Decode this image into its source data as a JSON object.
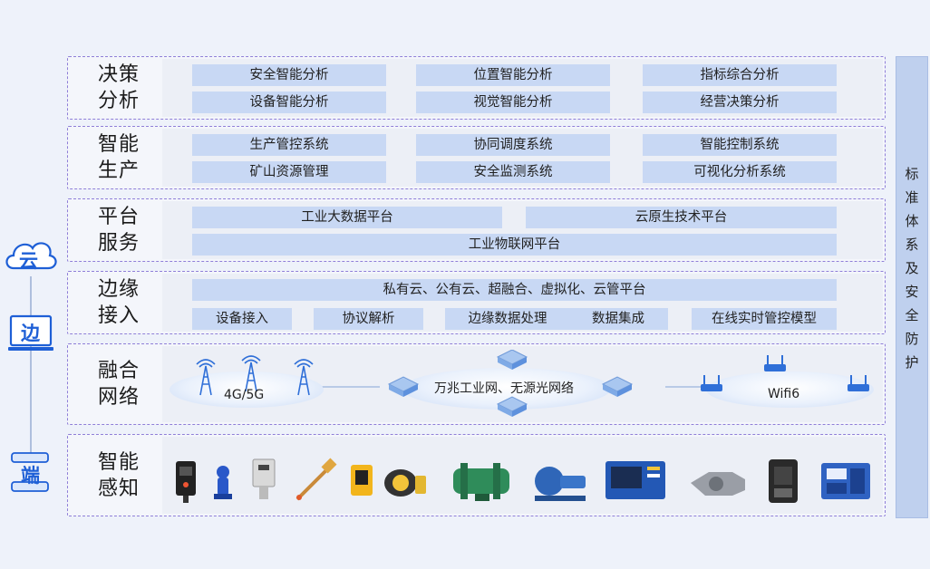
{
  "left_indicators": [
    {
      "label": "云",
      "icon": "cloud-icon"
    },
    {
      "label": "边",
      "icon": "monitor-icon"
    },
    {
      "label": "端",
      "icon": "server-icon"
    }
  ],
  "side_bar": {
    "chars": [
      "标",
      "准",
      "体",
      "系",
      "及",
      "安",
      "全",
      "防",
      "护"
    ]
  },
  "layers": {
    "decision": {
      "title": [
        "决策",
        "分析"
      ],
      "cells": [
        "安全智能分析",
        "位置智能分析",
        "指标综合分析",
        "设备智能分析",
        "视觉智能分析",
        "经营决策分析"
      ]
    },
    "production": {
      "title": [
        "智能",
        "生产"
      ],
      "cells": [
        "生产管控系统",
        "协同调度系统",
        "智能控制系统",
        "矿山资源管理",
        "安全监测系统",
        "可视化分析系统"
      ]
    },
    "platform": {
      "title": [
        "平台",
        "服务"
      ],
      "cells": [
        "工业大数据平台",
        "云原生技术平台",
        "工业物联网平台"
      ]
    },
    "edge": {
      "title": [
        "边缘",
        "接入"
      ],
      "cells": [
        "私有云、公有云、超融合、虚拟化、云管平台",
        "设备接入",
        "协议解析",
        "边缘数据处理",
        "数据集成",
        "在线实时管控模型"
      ]
    },
    "network": {
      "title": [
        "融合",
        "网络"
      ],
      "labels": [
        "4G/5G",
        "万兆工业网、无源光网络",
        "Wifi6"
      ]
    },
    "sensing": {
      "title": [
        "智能",
        "感知"
      ],
      "devices": [
        "gas-detector-icon",
        "blue-valve-icon",
        "wall-sensor-icon",
        "drill-probe-icon",
        "yellow-meter-icon",
        "miner-lamp-icon",
        "green-fan-icon",
        "blue-pump-icon",
        "control-screen-icon",
        "silver-cutter-icon",
        "explosion-phone-icon",
        "blue-keypad-icon"
      ]
    }
  },
  "colors": {
    "accent": "#1e5fd6",
    "cell": "#c8d8f4",
    "border": "#8f7fd8",
    "side": "#bfd0ee"
  }
}
